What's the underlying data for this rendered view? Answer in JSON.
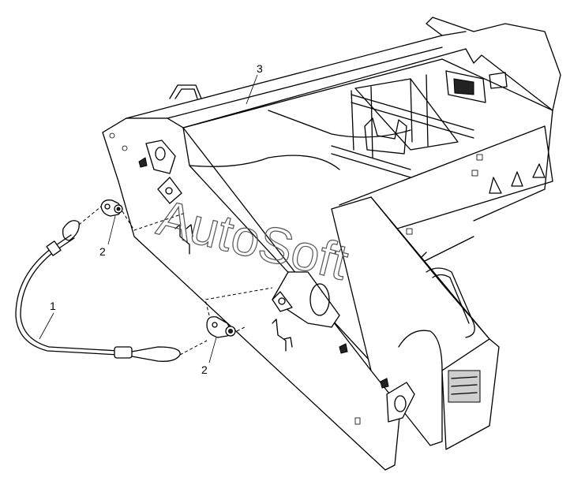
{
  "callouts": {
    "cable": "1",
    "shackle_upper": "2",
    "shackle_lower": "2",
    "frame": "3"
  },
  "watermark": "AutoSoft"
}
